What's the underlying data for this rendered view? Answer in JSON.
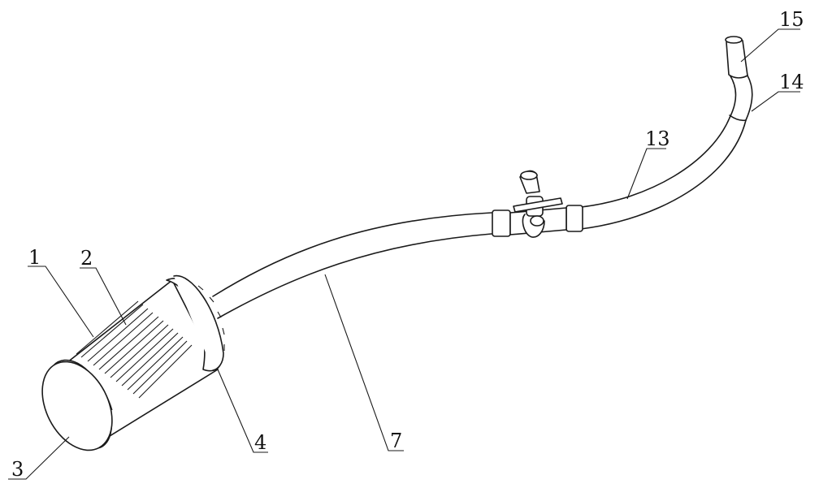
{
  "figure": {
    "labels": {
      "l1": "1",
      "l2": "2",
      "l3": "3",
      "l4": "4",
      "l7": "7",
      "l13": "13",
      "l14": "14",
      "l15": "15"
    }
  }
}
